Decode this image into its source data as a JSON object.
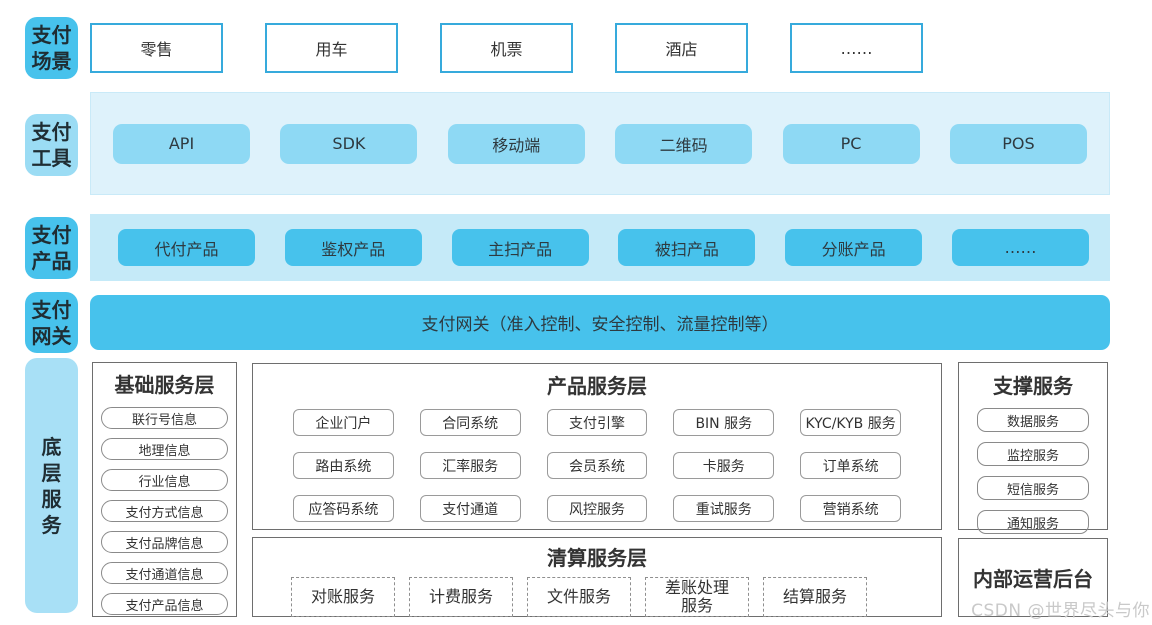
{
  "palette": {
    "accent_blue": "#47c2ec",
    "light_blue_chip": "#8ed9f4",
    "tool_band_bg": "#def2fb",
    "product_band_bg": "#c5eaf8",
    "scenario_border": "#36aadc",
    "panel_border": "#6e6e6e",
    "text_dark": "#333333",
    "watermark_gray": "#c9c9c9"
  },
  "rows": {
    "scenarios": {
      "label": "支付\n场景",
      "items": [
        "零售",
        "用车",
        "机票",
        "酒店",
        "……"
      ]
    },
    "tools": {
      "label": "支付\n工具",
      "items": [
        "API",
        "SDK",
        "移动端",
        "二维码",
        "PC",
        "POS"
      ]
    },
    "products": {
      "label": "支付\n产品",
      "items": [
        "代付产品",
        "鉴权产品",
        "主扫产品",
        "被扫产品",
        "分账产品",
        "……"
      ]
    },
    "gateway": {
      "label": "支付\n网关",
      "text": "支付网关（准入控制、安全控制、流量控制等）"
    }
  },
  "bottom": {
    "label": "底\n层\n服\n务",
    "base_services": {
      "title": "基础服务层",
      "items": [
        "联行号信息",
        "地理信息",
        "行业信息",
        "支付方式信息",
        "支付品牌信息",
        "支付通道信息",
        "支付产品信息"
      ]
    },
    "product_services": {
      "title": "产品服务层",
      "items": [
        "企业门户",
        "合同系统",
        "支付引擎",
        "BIN 服务",
        "KYC/KYB 服务",
        "路由系统",
        "汇率服务",
        "会员系统",
        "卡服务",
        "订单系统",
        "应答码系统",
        "支付通道",
        "风控服务",
        "重试服务",
        "营销系统"
      ]
    },
    "clearing_services": {
      "title": "清算服务层",
      "items": [
        "对账服务",
        "计费服务",
        "文件服务",
        "差账处理\n服务",
        "结算服务"
      ]
    },
    "support_services": {
      "title": "支撑服务",
      "items": [
        "数据服务",
        "监控服务",
        "短信服务",
        "通知服务"
      ]
    },
    "internal_ops": {
      "title": "内部运营后台"
    }
  },
  "watermark": "CSDN @世界尽头与你"
}
